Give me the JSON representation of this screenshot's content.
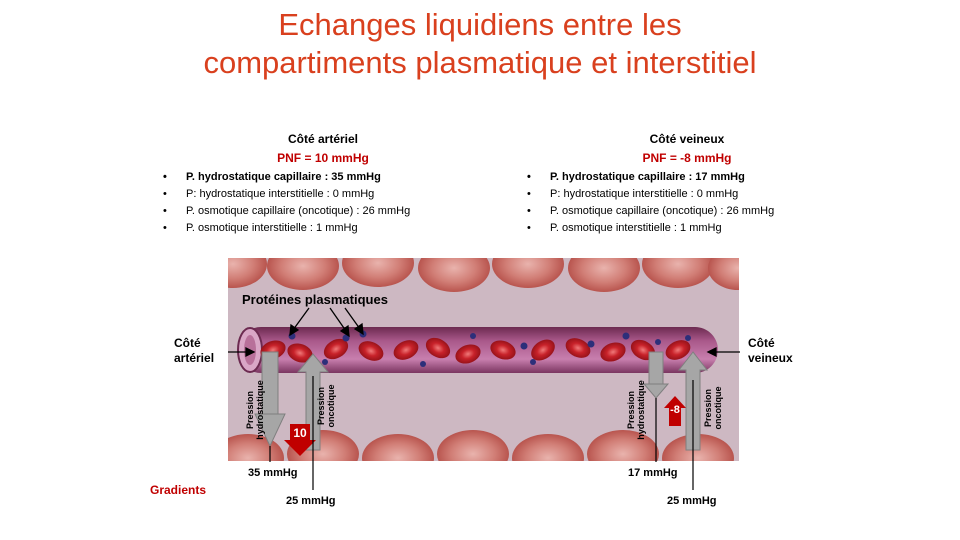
{
  "title_line1": "Echanges liquidiens entre les",
  "title_line2": "compartiments plasmatique et interstitiel",
  "arterial": {
    "heading": "Côté artériel",
    "pnf": "PNF = 10 mmHg",
    "items": [
      "P. hydrostatique capillaire : 35 mmHg",
      "P: hydrostatique interstitielle : 0 mmHg",
      "P. osmotique capillaire (oncotique) : 26 mmHg",
      "P. osmotique interstitielle : 1 mmHg"
    ]
  },
  "venous": {
    "heading": "Côté veineux",
    "pnf": "PNF = -8 mmHg",
    "items": [
      "P. hydrostatique capillaire : 17 mmHg",
      "P: hydrostatique interstitielle : 0 mmHg",
      "P. osmotique capillaire (oncotique) : 26 mmHg",
      "P. osmotique interstitielle : 1 mmHg"
    ]
  },
  "diagram": {
    "proteins_label": "Protéines plasmatiques",
    "left_end_line1": "Côté",
    "left_end_line2": "artériel",
    "right_end_line1": "Côté",
    "right_end_line2": "veineux",
    "hydro_line1": "Pression",
    "hydro_line2": "hydrostatique",
    "onco_line1": "Pression",
    "onco_line2": "oncotique",
    "net_arterial": "10",
    "net_venous": "-8",
    "art_hydro_value": "35 mmHg",
    "art_onco_value": "25 mmHg",
    "ven_hydro_value": "17 mmHg",
    "ven_onco_value": "25 mmHg",
    "gradients_label": "Gradients"
  },
  "colors": {
    "title": "#d9401e",
    "pnf": "#c00000",
    "net_arrow": "#c00000",
    "pressure_arrow": "#a6a6a6",
    "red_cell": "#c0242a",
    "tissue": "#cbb7c0",
    "vessel": "#8a3f66",
    "protein": "#2d2f7a"
  }
}
